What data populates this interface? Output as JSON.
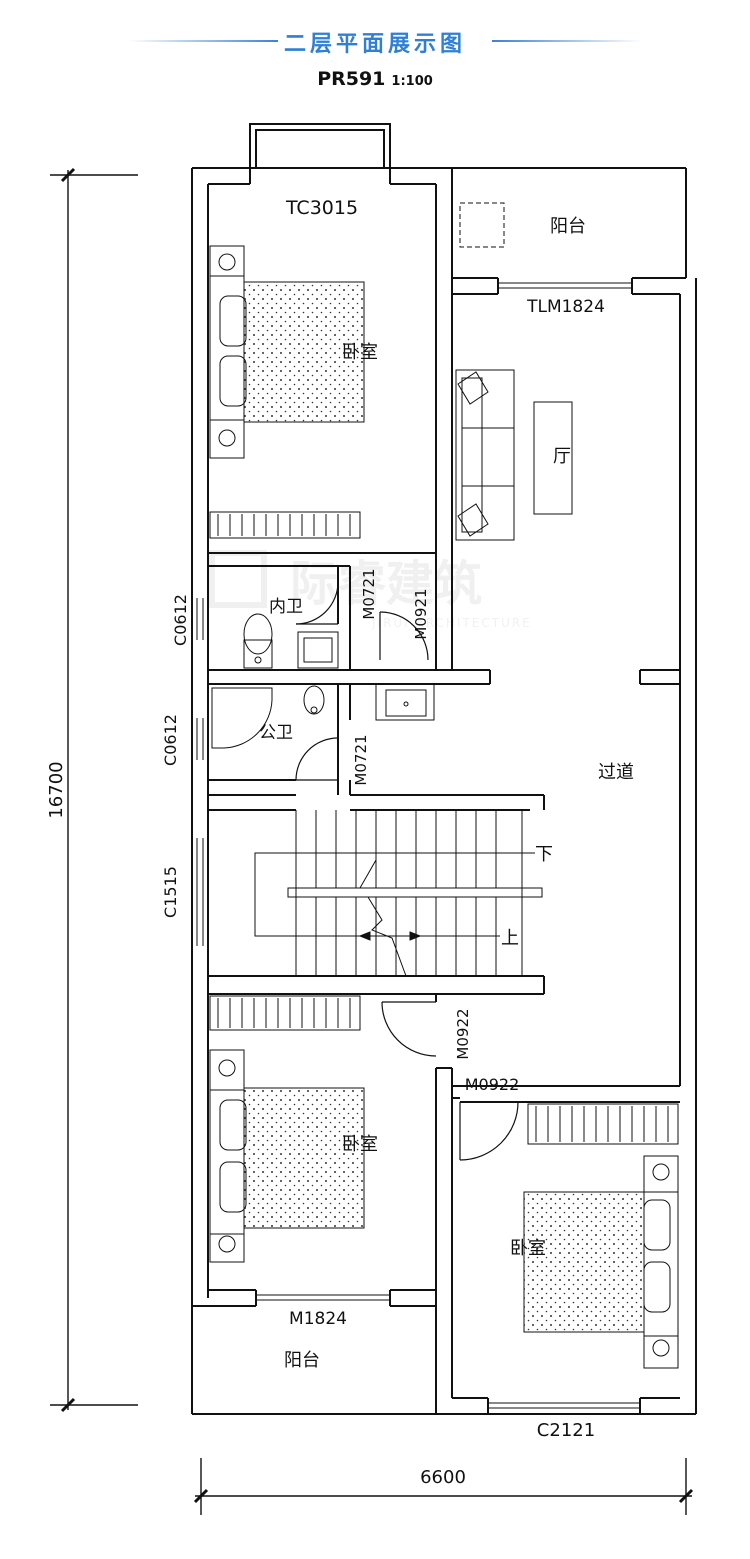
{
  "header": {
    "title": "二层平面展示图",
    "plan_code": "PR591",
    "scale": "1:100"
  },
  "dimensions": {
    "depth": "16700",
    "width": "6600"
  },
  "rooms": {
    "bedroom_top": "卧室",
    "balcony_top": "阳台",
    "hall": "厅",
    "inner_bath": "内卫",
    "public_bath": "公卫",
    "corridor": "过道",
    "stair_down": "下",
    "stair_up": "上",
    "bedroom_left": "卧室",
    "bedroom_right": "卧室",
    "balcony_bottom": "阳台"
  },
  "openings": {
    "tc3015": "TC3015",
    "tlm1824": "TLM1824",
    "c0612_a": "C0612",
    "c0612_b": "C0612",
    "m0721_a": "M0721",
    "m0921_b": "M0921",
    "m0721_b": "M0721",
    "c1515": "C1515",
    "m0922_a": "M0922",
    "m0922_b": "M0922",
    "m1824": "M1824",
    "c2121": "C2121"
  },
  "watermark": {
    "brand": "际睿建筑",
    "sub": "JIRUI ARCHITECTURE"
  },
  "colors": {
    "title": "#2f7fd6",
    "line": "#111111",
    "watermark": "#e8e8e8"
  }
}
